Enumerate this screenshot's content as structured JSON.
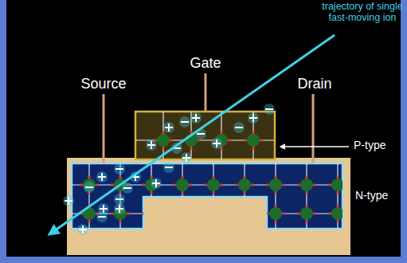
{
  "diagram": {
    "labels": [
      "trajectory of single fast-moving ion",
      "Gate",
      "Source",
      "Drain",
      "P-type",
      "N-type"
    ]
  }
}
